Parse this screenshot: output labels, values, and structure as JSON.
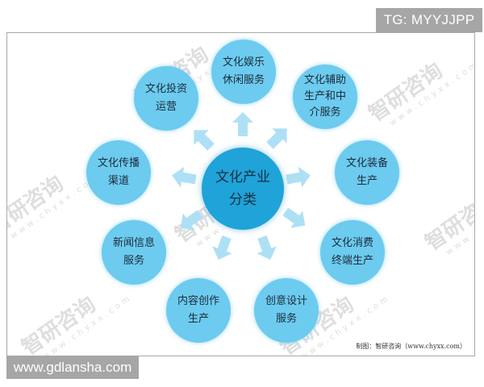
{
  "badges": {
    "top_right": "TG: MYYJJPP",
    "bottom_left": "www.gdlansha.com"
  },
  "diagram": {
    "center": {
      "line1": "文化产业",
      "line2": "分类"
    },
    "nodes": [
      {
        "id": "entertainment",
        "line1": "文化娱乐",
        "line2": "休闲服务",
        "line3": ""
      },
      {
        "id": "auxiliary",
        "line1": "文化辅助",
        "line2": "生产和中",
        "line3": "介服务"
      },
      {
        "id": "equipment",
        "line1": "文化装备",
        "line2": "生产",
        "line3": ""
      },
      {
        "id": "consumer-terminal",
        "line1": "文化消费",
        "line2": "终端生产",
        "line3": ""
      },
      {
        "id": "creative-design",
        "line1": "创意设计",
        "line2": "服务",
        "line3": ""
      },
      {
        "id": "content-creation",
        "line1": "内容创作",
        "line2": "生产",
        "line3": ""
      },
      {
        "id": "news-info",
        "line1": "新闻信息",
        "line2": "服务",
        "line3": ""
      },
      {
        "id": "communication",
        "line1": "文化传播",
        "line2": "渠道",
        "line3": ""
      },
      {
        "id": "investment",
        "line1": "文化投资",
        "line2": "运营",
        "line3": ""
      }
    ],
    "source": "制图：智研咨询（www.chyxx.com）",
    "watermark": {
      "brand": "智研咨询",
      "url": "www.chyxx.com"
    },
    "colors": {
      "node_fill": "#6ccbef",
      "center_fill": "#1fa3d8",
      "arrow_fill": "#aee0f5",
      "badge_bg": "#a6a6a6"
    }
  }
}
